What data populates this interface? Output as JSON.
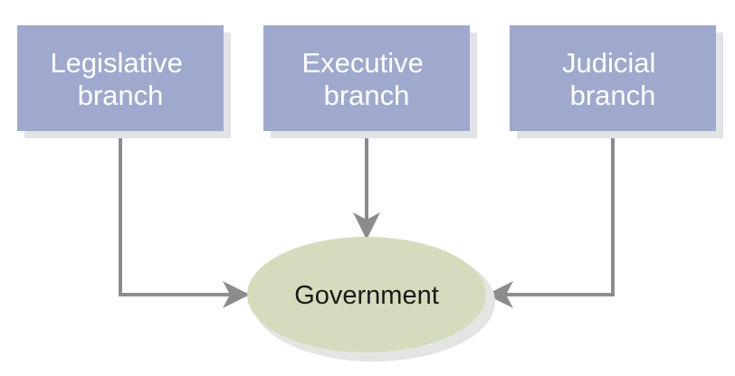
{
  "diagram": {
    "branches": [
      {
        "id": "legislative",
        "line1": "Legislative",
        "line2": "branch"
      },
      {
        "id": "executive",
        "line1": "Executive",
        "line2": "branch"
      },
      {
        "id": "judicial",
        "line1": "Judicial",
        "line2": "branch"
      }
    ],
    "center": {
      "label": "Government"
    },
    "colors": {
      "box_fill": "#9ea9cd",
      "box_shadow": "#e2e3e6",
      "box_text": "#ffffff",
      "ellipse_fill": "#d4dcbd",
      "ellipse_shadow": "#e4e5e2",
      "arrow": "#8c8c8c",
      "center_text": "#1a1a1a"
    }
  }
}
